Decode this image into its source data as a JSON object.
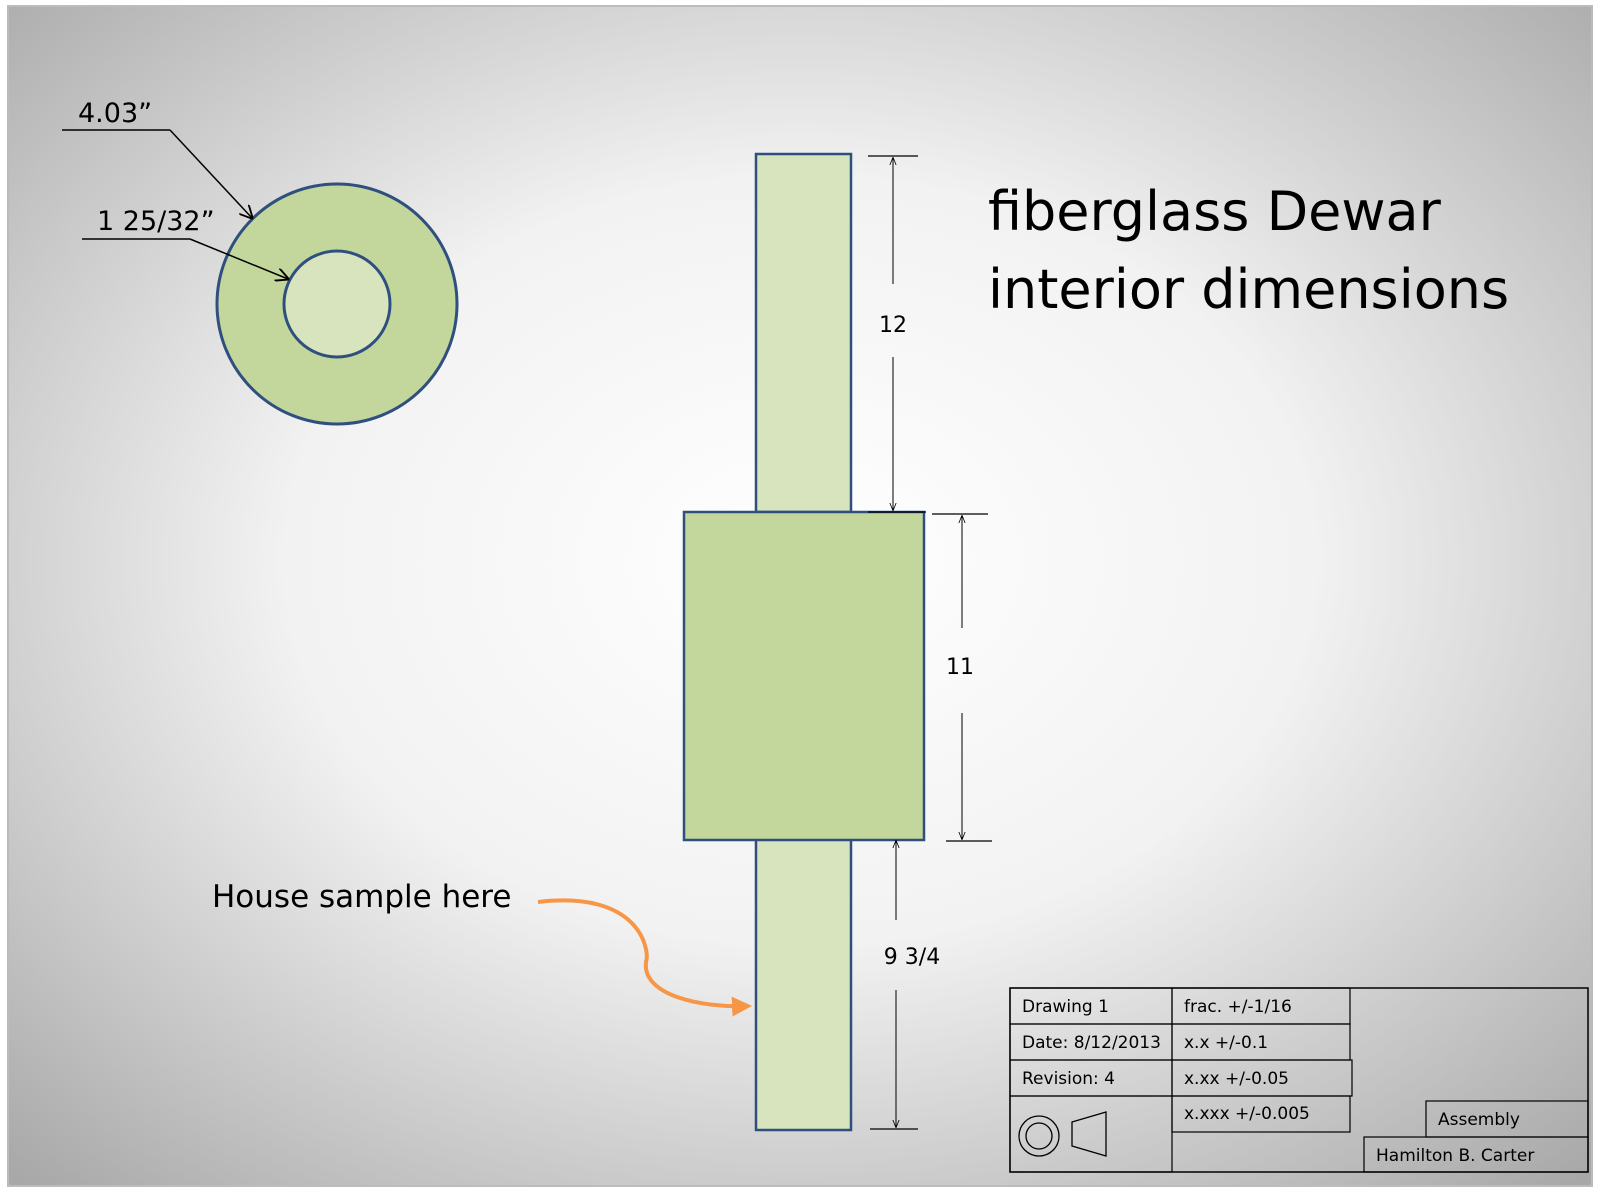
{
  "title": {
    "line1": "fiberglass Dewar",
    "line2": "interior dimensions"
  },
  "cross_section": {
    "outer_diameter_label": "4.03”",
    "inner_diameter_label": "1 25/32”"
  },
  "dimensions": {
    "top": "12",
    "middle": "11",
    "bottom": "9 3/4"
  },
  "annotation": {
    "label": "House sample here"
  },
  "title_block": {
    "drawing": "Drawing 1",
    "date": "Date: 8/12/2013",
    "revision": "Revision: 4",
    "tol_frac": "frac. +/-1/16",
    "tol_1": "x.x +/-0.1",
    "tol_2": "x.xx +/-0.05",
    "tol_3": "x.xxx +/-0.005",
    "type": "Assembly",
    "author": "Hamilton B. Carter"
  },
  "colors": {
    "tube_light": "#d7e4bd",
    "tube_dark": "#c3d69b",
    "outline": "#2f4f7f",
    "arrow_orange": "#f79646"
  }
}
